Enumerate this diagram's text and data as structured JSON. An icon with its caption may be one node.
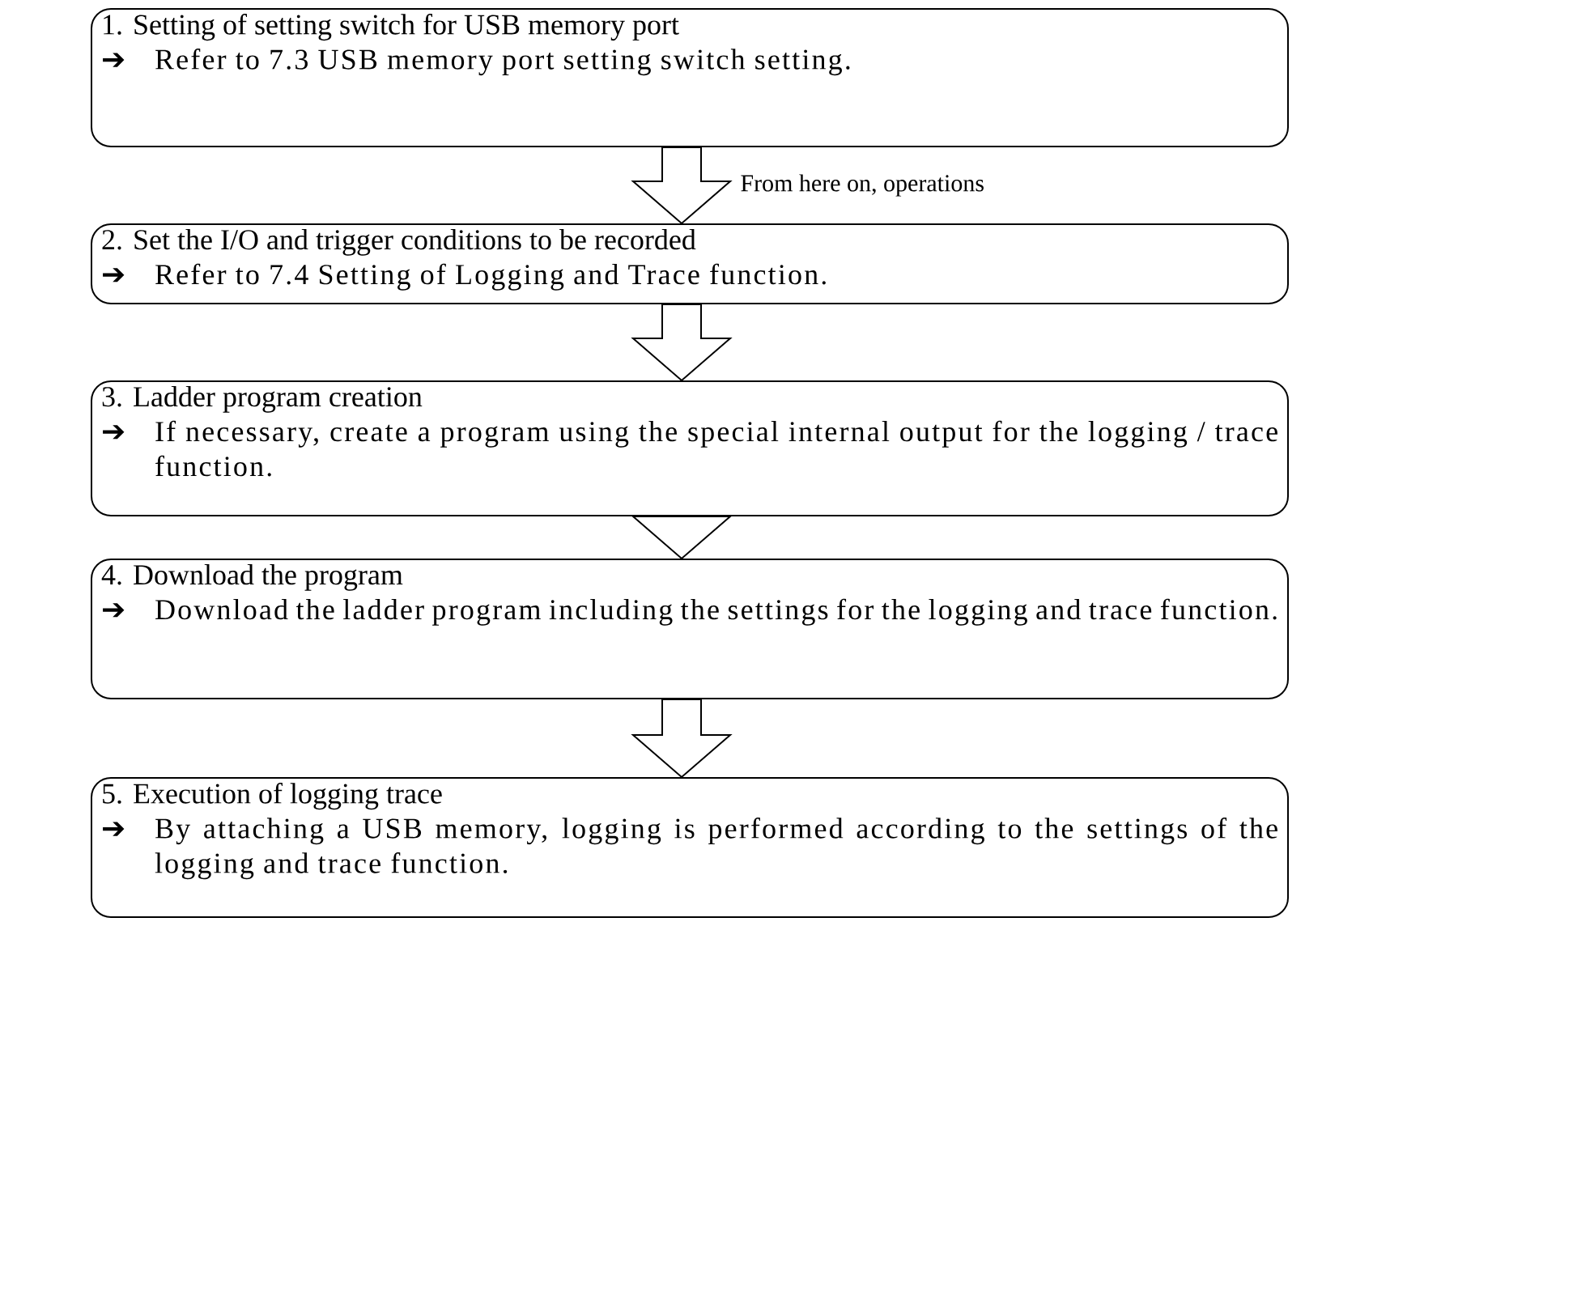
{
  "diagram": {
    "nodes": [
      {
        "text": [
          "1. Setting of setting switch for USB memory port",
          "➔",
          "Refer to 7.3 USB memory port setting switch setting."
        ]
      },
      {
        "text": [
          "2. Set the I/O and trigger conditions to be recorded",
          "➔",
          "Refer to 7.4 Setting of Logging and Trace function."
        ]
      },
      {
        "text": [
          "3. Ladder program creation",
          "➔",
          "If necessary, create a program using the special internal output for the logging / trace function."
        ]
      },
      {
        "text": [
          "4. Download the program",
          "➔",
          "Download the ladder program including the settings for the logging and trace function."
        ]
      },
      {
        "text": [
          "5. Execution of logging trace",
          "➔",
          "By attaching a USB memory, logging is performed according to the settings of the logging and trace function."
        ]
      }
    ],
    "edges": [
      {
        "from": 0,
        "to": 1,
        "arrow": "to",
        "label": "From here on, operations"
      },
      {
        "from": 1,
        "to": 2,
        "arrow": "to"
      },
      {
        "from": 2,
        "to": 3,
        "arrow": "to"
      },
      {
        "from": 3,
        "to": 4,
        "arrow": "to"
      }
    ]
  }
}
